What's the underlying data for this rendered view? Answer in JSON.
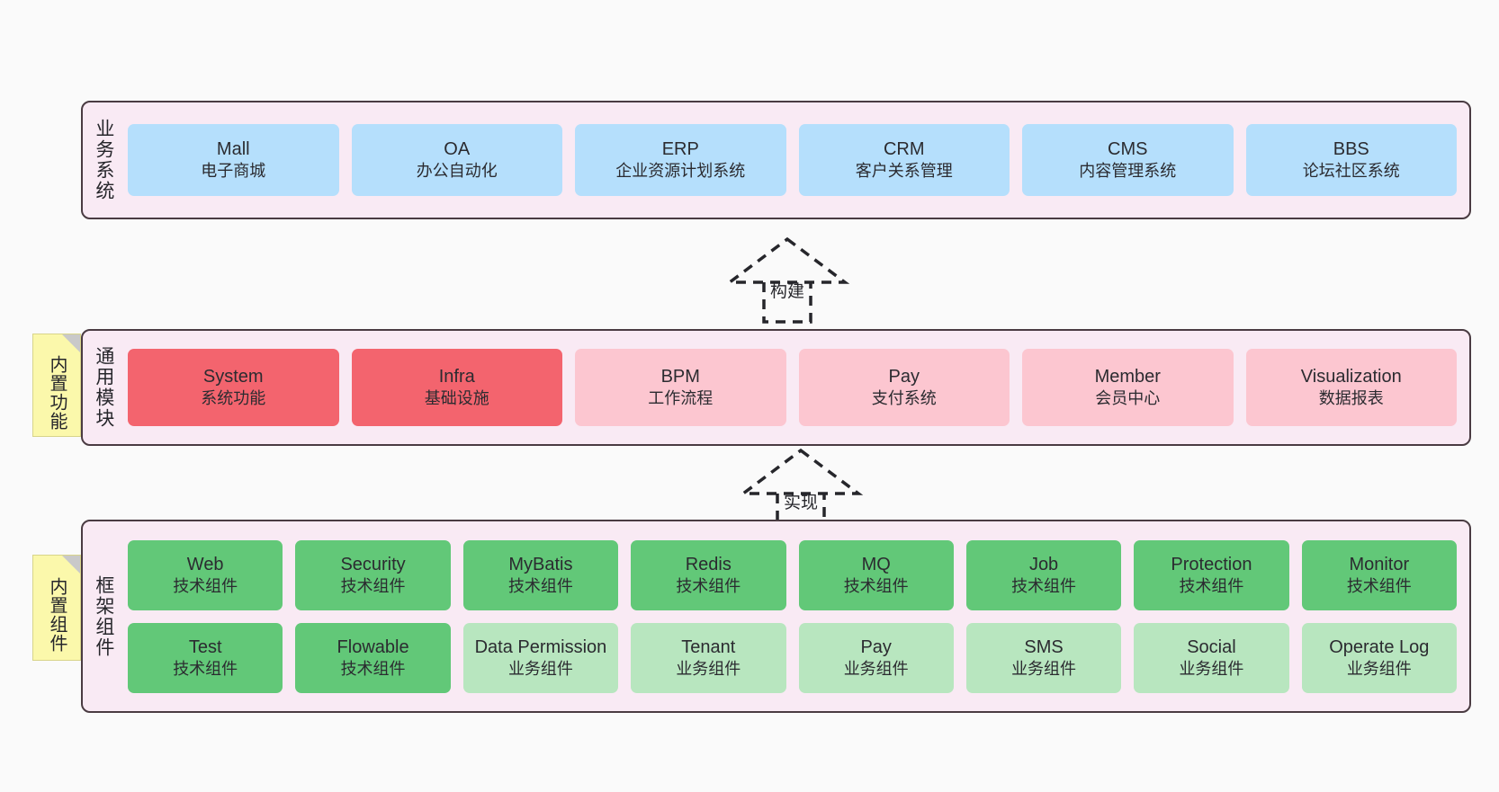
{
  "diagram": {
    "layers": [
      {
        "id": "business",
        "title": "业务系统",
        "nodes": [
          {
            "title": "Mall",
            "sub": "电子商城",
            "color": "#b5dffc"
          },
          {
            "title": "OA",
            "sub": "办公自动化",
            "color": "#b5dffc"
          },
          {
            "title": "ERP",
            "sub": "企业资源计划系统",
            "color": "#b5dffc"
          },
          {
            "title": "CRM",
            "sub": "客户关系管理",
            "color": "#b5dffc"
          },
          {
            "title": "CMS",
            "sub": "内容管理系统",
            "color": "#b5dffc"
          },
          {
            "title": "BBS",
            "sub": "论坛社区系统",
            "color": "#b5dffc"
          }
        ]
      },
      {
        "id": "common",
        "title": "通用模块",
        "note": "内置功能",
        "nodes": [
          {
            "title": "System",
            "sub": "系统功能",
            "color": "#f3646e"
          },
          {
            "title": "Infra",
            "sub": "基础设施",
            "color": "#f3646e"
          },
          {
            "title": "BPM",
            "sub": "工作流程",
            "color": "#fcc6d0"
          },
          {
            "title": "Pay",
            "sub": "支付系统",
            "color": "#fcc6d0"
          },
          {
            "title": "Member",
            "sub": "会员中心",
            "color": "#fcc6d0"
          },
          {
            "title": "Visualization",
            "sub": "数据报表",
            "color": "#fcc6d0"
          }
        ]
      },
      {
        "id": "framework",
        "title": "框架组件",
        "note": "内置组件",
        "row1": [
          {
            "title": "Web",
            "sub": "技术组件",
            "color": "#62c878"
          },
          {
            "title": "Security",
            "sub": "技术组件",
            "color": "#62c878"
          },
          {
            "title": "MyBatis",
            "sub": "技术组件",
            "color": "#62c878"
          },
          {
            "title": "Redis",
            "sub": "技术组件",
            "color": "#62c878"
          },
          {
            "title": "MQ",
            "sub": "技术组件",
            "color": "#62c878"
          },
          {
            "title": "Job",
            "sub": "技术组件",
            "color": "#62c878"
          },
          {
            "title": "Protection",
            "sub": "技术组件",
            "color": "#62c878"
          },
          {
            "title": "Monitor",
            "sub": "技术组件",
            "color": "#62c878"
          }
        ],
        "row2": [
          {
            "title": "Test",
            "sub": "技术组件",
            "color": "#62c878"
          },
          {
            "title": "Flowable",
            "sub": "技术组件",
            "color": "#62c878"
          },
          {
            "title": "Data Permission",
            "sub": "业务组件",
            "color": "#b8e6bf"
          },
          {
            "title": "Tenant",
            "sub": "业务组件",
            "color": "#b8e6bf"
          },
          {
            "title": "Pay",
            "sub": "业务组件",
            "color": "#b8e6bf"
          },
          {
            "title": "SMS",
            "sub": "业务组件",
            "color": "#b8e6bf"
          },
          {
            "title": "Social",
            "sub": "业务组件",
            "color": "#b8e6bf"
          },
          {
            "title": "Operate Log",
            "sub": "业务组件",
            "color": "#b8e6bf"
          }
        ]
      }
    ],
    "connectors": [
      {
        "id": "build",
        "label": "构建"
      },
      {
        "id": "implement",
        "label": "实现"
      }
    ],
    "colors": {
      "panel_bg": "#f9eaf4",
      "panel_border": "#4a3b42",
      "note_bg": "#fbf8ab",
      "page_bg": "#fafafa"
    }
  }
}
